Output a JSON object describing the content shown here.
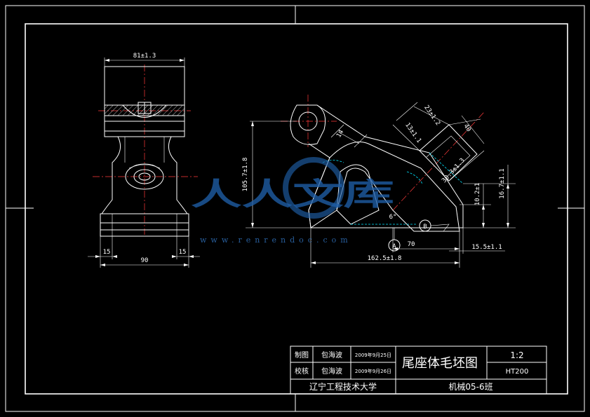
{
  "dimensions": {
    "front_width": "81±1.3",
    "front_base_width": "90",
    "front_left_offset": "15",
    "front_right_offset": "15",
    "side_height": "105.7±1.8",
    "overall_length": "162.5±1.8",
    "length_70": "70",
    "rib_14": "14",
    "boss_23": "23±1.2",
    "boss_13": "13±1.1",
    "boss_40": "40",
    "boss_30": "30.3±1.3",
    "dim_10": "10.2±1",
    "dim_16": "16.7±1.1",
    "dim_15": "15.5±1.1",
    "angle_6": "6°"
  },
  "datums": {
    "a": "A",
    "b": "B"
  },
  "title_block": {
    "row1_label": "制图",
    "row1_name": "包海波",
    "row1_date": "2009年9月25日",
    "row2_label": "校核",
    "row2_name": "包海波",
    "row2_date": "2009年9月26日",
    "drawing_title": "尾座体毛坯图",
    "scale": "1:2",
    "material": "HT200",
    "school": "辽宁工程技术大学",
    "class_name": "机械05-6班"
  },
  "watermark": {
    "brand": "人人文库",
    "url": "www.renrendoc.com"
  }
}
